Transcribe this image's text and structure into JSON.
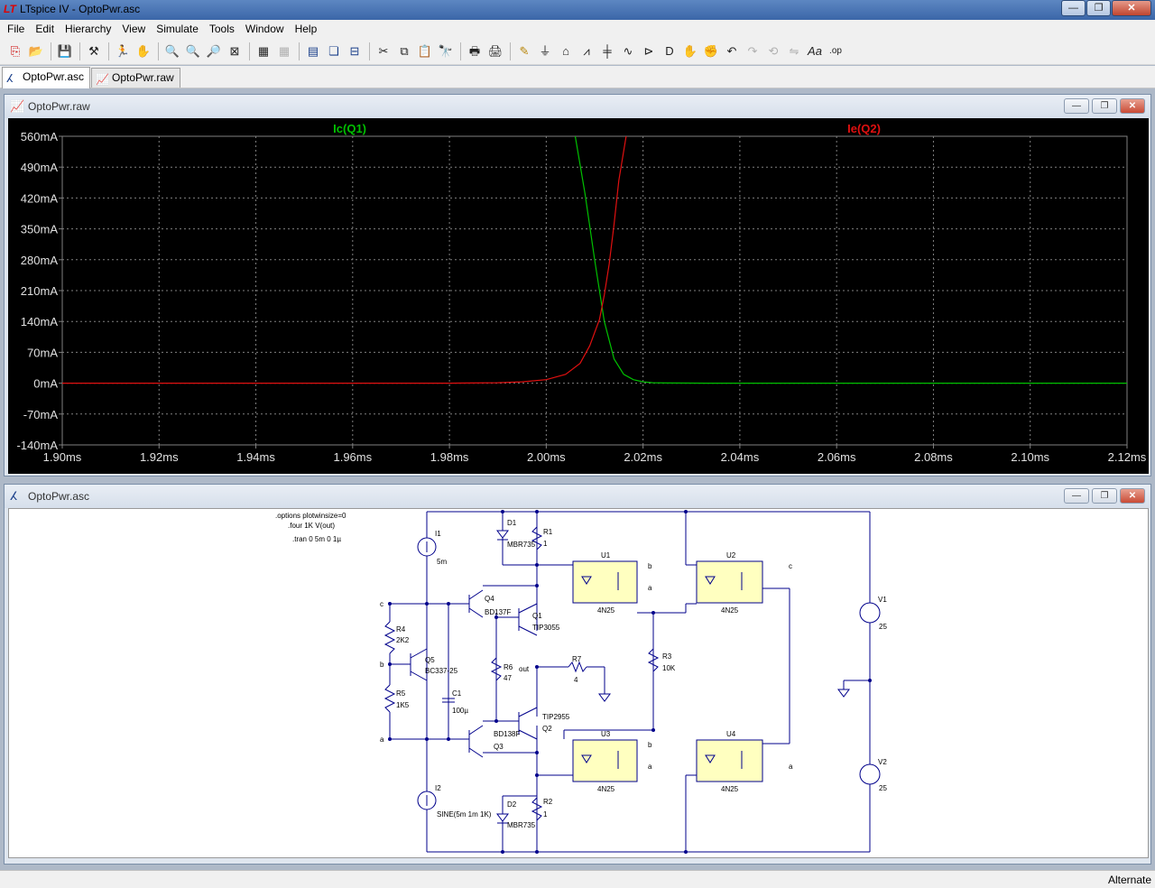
{
  "window": {
    "title": "LTspice IV - OptoPwr.asc",
    "min": "—",
    "max": "❐",
    "close": "✕"
  },
  "menu": [
    "File",
    "Edit",
    "Hierarchy",
    "View",
    "Simulate",
    "Tools",
    "Window",
    "Help"
  ],
  "tabs": [
    {
      "label": "OptoPwr.asc",
      "icon": "schematic-icon",
      "active": true
    },
    {
      "label": "OptoPwr.raw",
      "icon": "waveform-icon",
      "active": false
    }
  ],
  "plot_window": {
    "title": "OptoPwr.raw"
  },
  "schematic_window": {
    "title": "OptoPwr.asc"
  },
  "status": {
    "text": "Alternate"
  },
  "chart_data": {
    "type": "line",
    "title": "",
    "xlabel": "",
    "ylabel": "",
    "x_ticks": [
      "1.90ms",
      "1.92ms",
      "1.94ms",
      "1.96ms",
      "1.98ms",
      "2.00ms",
      "2.02ms",
      "2.04ms",
      "2.06ms",
      "2.08ms",
      "2.10ms",
      "2.12ms"
    ],
    "y_ticks": [
      "560mA",
      "490mA",
      "420mA",
      "350mA",
      "280mA",
      "210mA",
      "140mA",
      "70mA",
      "0mA",
      "-70mA",
      "-140mA"
    ],
    "xlim": [
      1.9,
      2.12
    ],
    "ylim": [
      -140,
      560
    ],
    "grid": true,
    "series": [
      {
        "name": "Ic(Q1)",
        "color": "#00c000",
        "x": [
          2.006,
          2.008,
          2.01,
          2.012,
          2.014,
          2.016,
          2.018,
          2.02,
          2.022,
          2.025,
          2.033
        ],
        "y": [
          560,
          430,
          280,
          140,
          55,
          20,
          8,
          3,
          1,
          0.5,
          0
        ]
      },
      {
        "name": "Ie(Q2)",
        "color": "#e01010",
        "x": [
          1.9,
          1.98,
          1.99,
          1.995,
          2.0,
          2.004,
          2.007,
          2.009,
          2.011,
          2.012,
          2.013,
          2.014,
          2.015,
          2.0165
        ],
        "y": [
          0,
          0,
          1,
          3,
          8,
          20,
          45,
          85,
          145,
          200,
          270,
          360,
          460,
          560
        ]
      }
    ]
  },
  "schematic": {
    "directives": [
      ".options plotwinsize=0",
      ".four 1K V(out)",
      ".tran 0 5m 0 1µ"
    ],
    "labels": {
      "I1": "I1",
      "I1v": "5m",
      "I2": "I2",
      "I2v": "SINE(5m 1m 1K)",
      "D1": "D1",
      "D1v": "MBR735",
      "D2": "D2",
      "D2v": "MBR735",
      "R1": "R1",
      "R1v": "1",
      "R2": "R2",
      "R2v": "1",
      "R3": "R3",
      "R3v": "10K",
      "R4": "R4",
      "R4v": "2K2",
      "R5": "R5",
      "R5v": "1K5",
      "R6": "R6",
      "R6v": "47",
      "R7": "R7",
      "R7v": "4",
      "C1": "C1",
      "C1v": "100µ",
      "Q1": "Q1",
      "Q1v": "TIP3055",
      "Q2": "Q2",
      "Q2v": "TIP2955",
      "Q3": "Q3",
      "Q3v": "BD138F",
      "Q4": "Q4",
      "Q4v": "BD137F",
      "Q5": "Q5",
      "Q5v": "BC337-25",
      "U1": "U1",
      "U2": "U2",
      "U3": "U3",
      "U4": "U4",
      "Uv": "4N25",
      "V1": "V1",
      "V1v": "25",
      "V2": "V2",
      "V2v": "25",
      "out": "out",
      "a": "a",
      "b": "b",
      "c": "c"
    }
  }
}
